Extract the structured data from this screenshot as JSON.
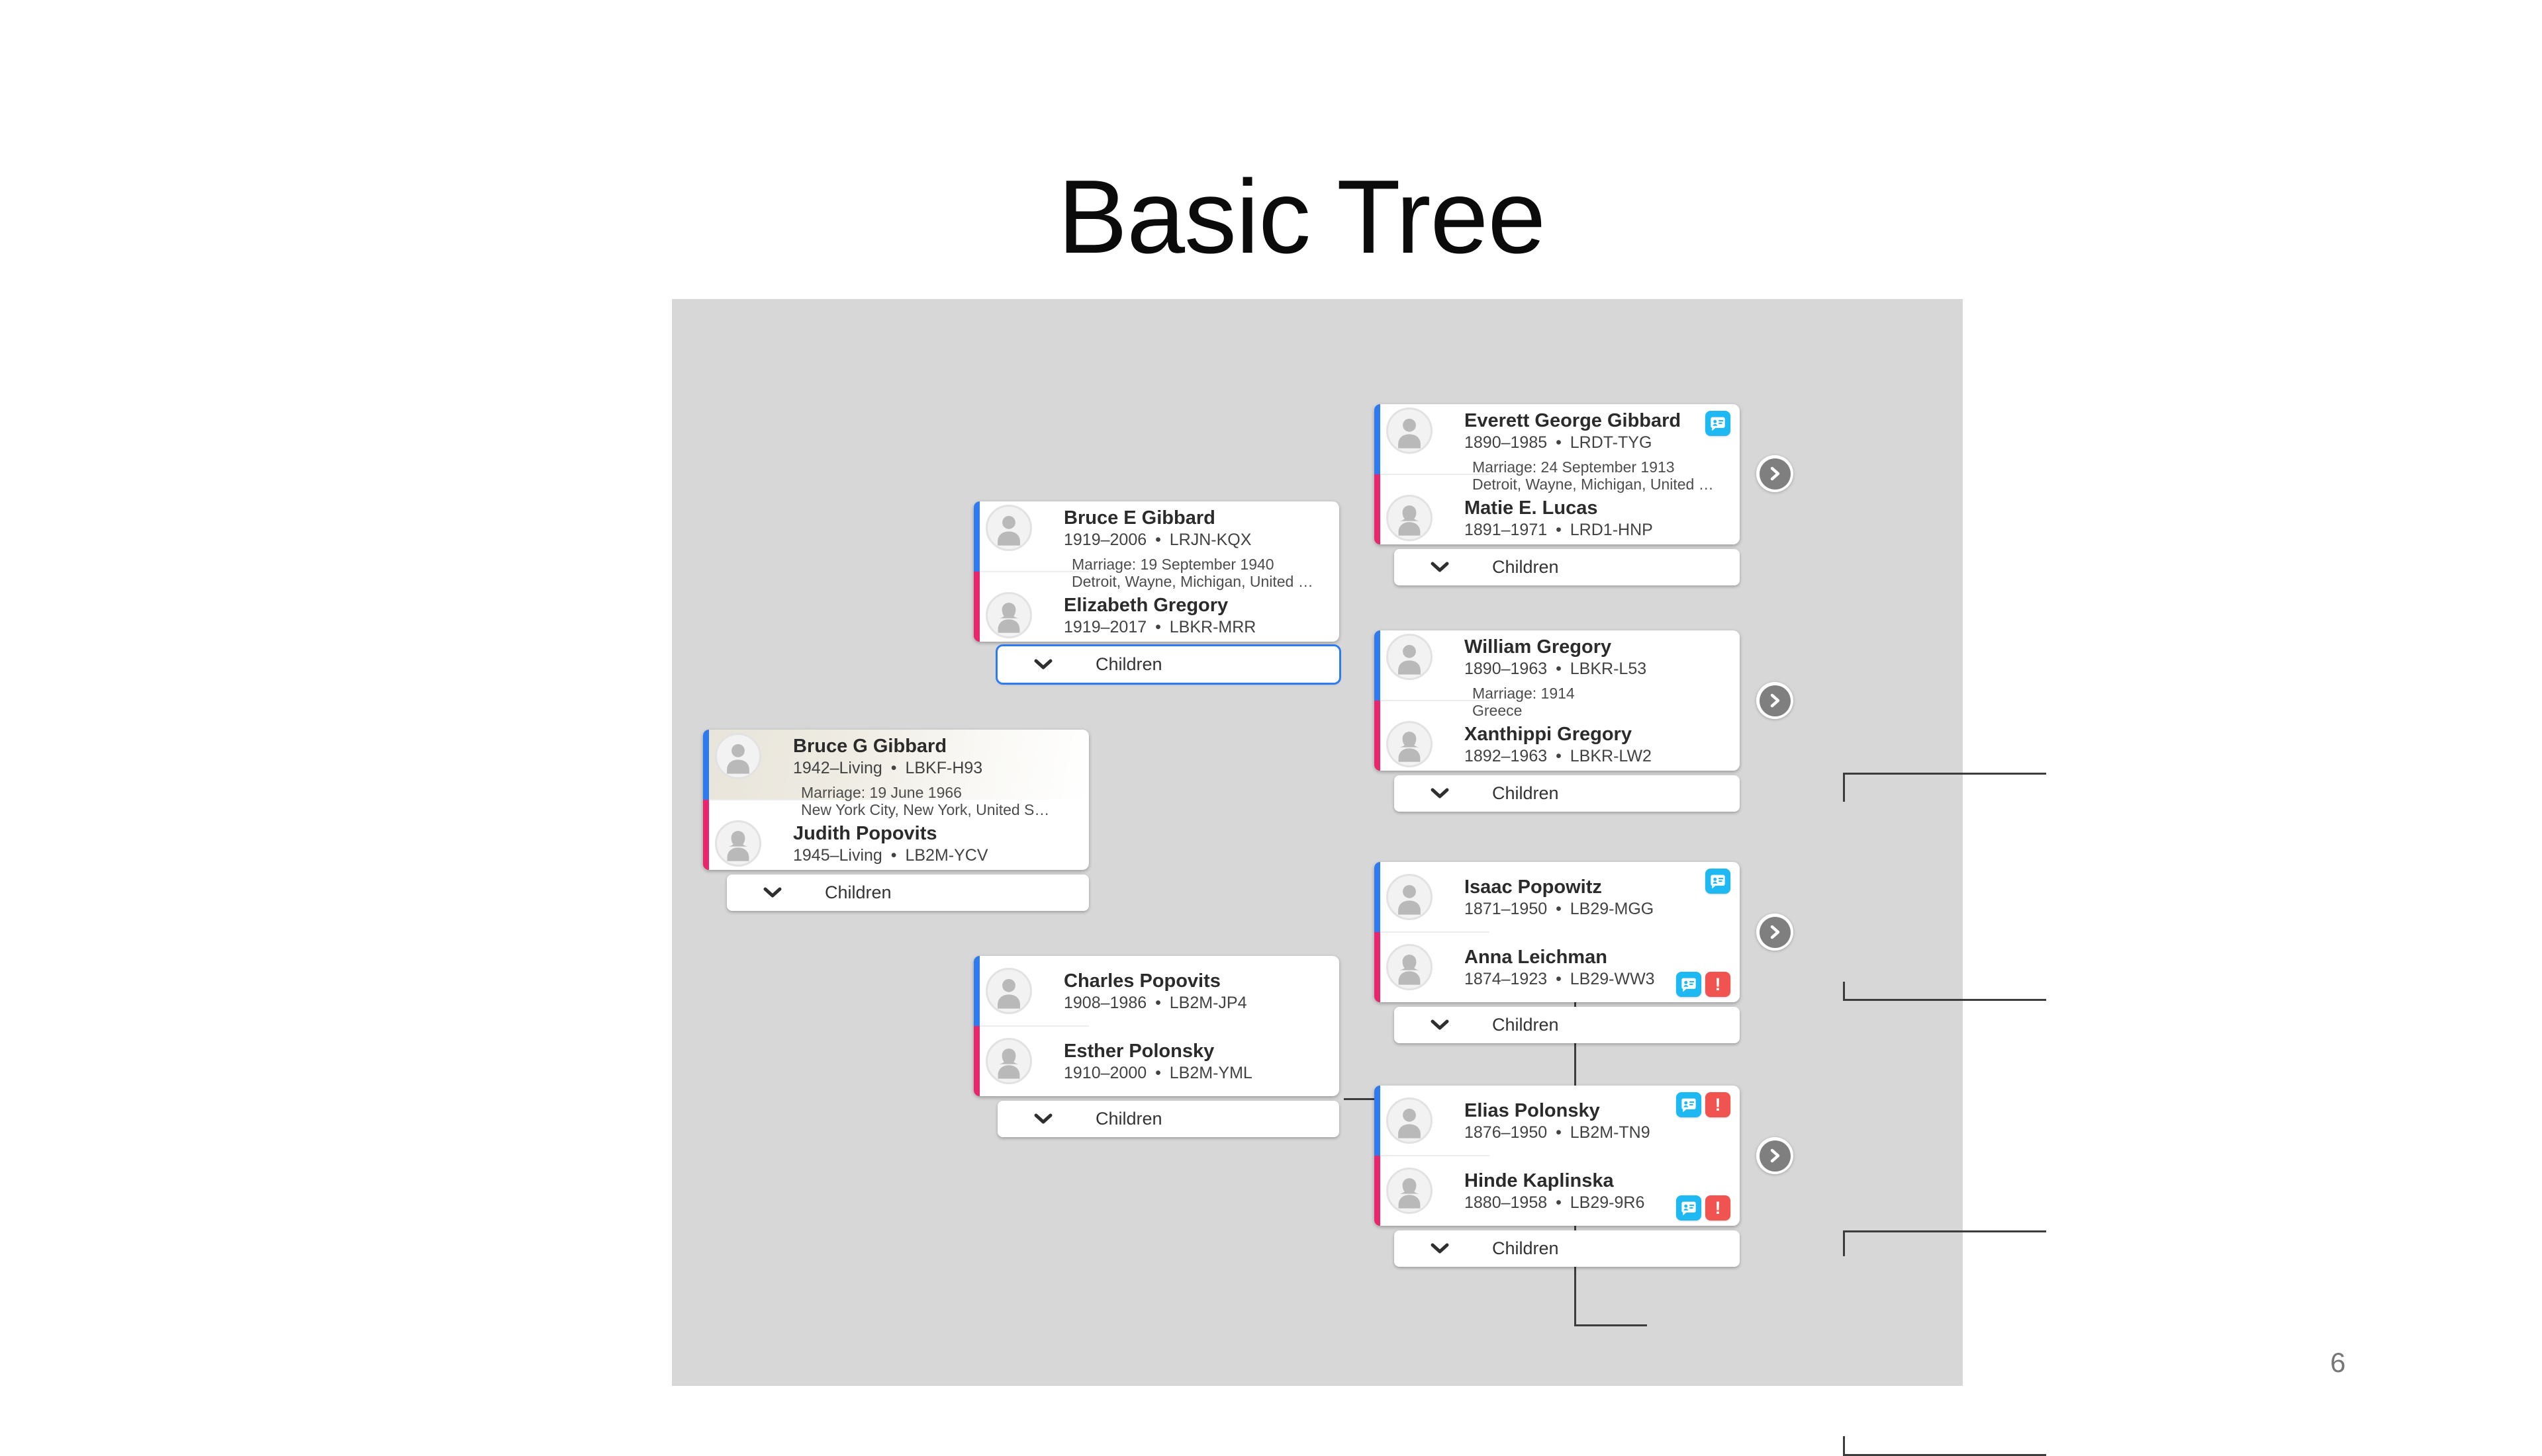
{
  "slide": {
    "title": "Basic Tree",
    "page_number": "6"
  },
  "icons": {
    "alert_glyph": "!"
  },
  "colors": {
    "male_bar": "#2e7bf0",
    "female_bar": "#e9256d",
    "record_hint_badge": "#1eb9f3",
    "alert_badge": "#f05350",
    "panel_background": "#d7d7d7",
    "selected_children_outline": "#2e7bf0",
    "connector_line": "#3c3c3c",
    "selected_person_background": "#e8e4da"
  },
  "tree": {
    "cards": [
      {
        "husband": {
          "name": "Bruce G Gibbard",
          "detail": "1942–Living • LBKF-H93"
        },
        "marriage": {
          "line1": "Marriage: 19 June 1966",
          "line2": "New York City, New York, United S…"
        },
        "wife": {
          "name": "Judith Popovits",
          "detail": "1945–Living • LB2M-YCV"
        },
        "children_label": "Children"
      },
      {
        "husband": {
          "name": "Bruce E Gibbard",
          "detail": "1919–2006 • LRJN-KQX"
        },
        "marriage": {
          "line1": "Marriage: 19 September 1940",
          "line2": "Detroit, Wayne, Michigan, United …"
        },
        "wife": {
          "name": "Elizabeth Gregory",
          "detail": "1919–2017 • LBKR-MRR"
        },
        "children_label": "Children"
      },
      {
        "husband": {
          "name": "Charles Popovits",
          "detail": "1908–1986 • LB2M-JP4"
        },
        "wife": {
          "name": "Esther Polonsky",
          "detail": "1910–2000 • LB2M-YML"
        },
        "children_label": "Children"
      },
      {
        "husband": {
          "name": "Everett George Gibbard",
          "detail": "1890–1985 • LRDT-TYG"
        },
        "marriage": {
          "line1": "Marriage: 24 September 1913",
          "line2": "Detroit, Wayne, Michigan, United …"
        },
        "wife": {
          "name": "Matie E. Lucas",
          "detail": "1891–1971 • LRD1-HNP"
        },
        "children_label": "Children"
      },
      {
        "husband": {
          "name": "William Gregory",
          "detail": "1890–1963 • LBKR-L53"
        },
        "marriage": {
          "line1": "Marriage: 1914",
          "line2": "Greece"
        },
        "wife": {
          "name": "Xanthippi Gregory",
          "detail": "1892–1963 • LBKR-LW2"
        },
        "children_label": "Children"
      },
      {
        "husband": {
          "name": "Isaac Popowitz",
          "detail": "1871–1950 • LB29-MGG"
        },
        "wife": {
          "name": "Anna Leichman",
          "detail": "1874–1923 • LB29-WW3"
        },
        "children_label": "Children"
      },
      {
        "husband": {
          "name": "Elias Polonsky",
          "detail": "1876–1950 • LB2M-TN9"
        },
        "wife": {
          "name": "Hinde Kaplinska",
          "detail": "1880–1958 • LB29-9R6"
        },
        "children_label": "Children"
      }
    ]
  }
}
